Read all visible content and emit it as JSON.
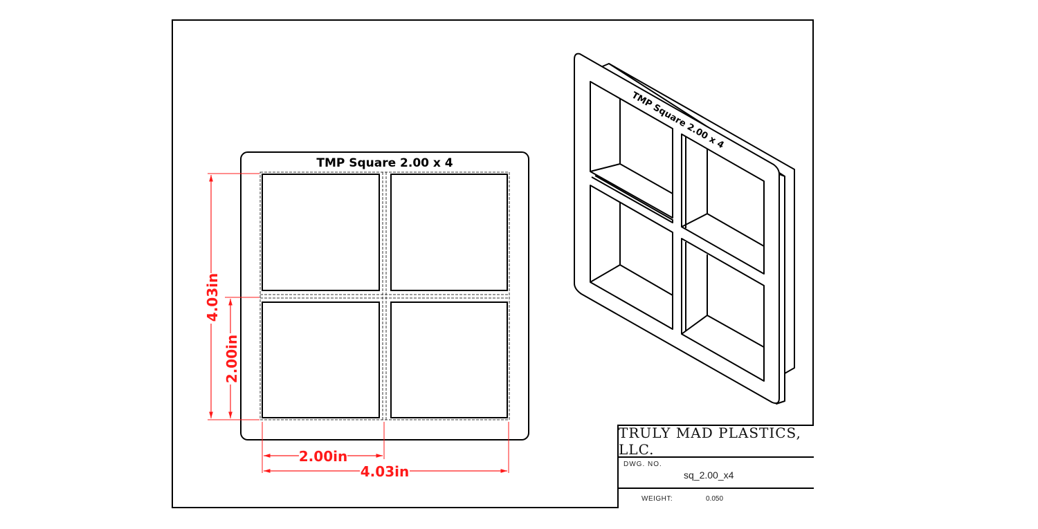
{
  "top_view": {
    "label": "TMP  Square 2.00 x 4",
    "dimensions": {
      "height_total": "4.03in",
      "height_cavity": "2.00in",
      "width_cavity": "2.00in",
      "width_total": "4.03in"
    },
    "cavity_count": 4
  },
  "isometric_view": {
    "label": "TMP  Square 2.00 x 4"
  },
  "title_block": {
    "company": "TRULY MAD PLASTICS, LLC.",
    "dwg_no_label": "DWG.  NO.",
    "dwg_no_value": "sq_2.00_x4",
    "weight_label": "WEIGHT:",
    "weight_value": "0.050"
  },
  "colors": {
    "dimension": "#ff1a1a",
    "line": "#000000",
    "background": "#ffffff"
  }
}
